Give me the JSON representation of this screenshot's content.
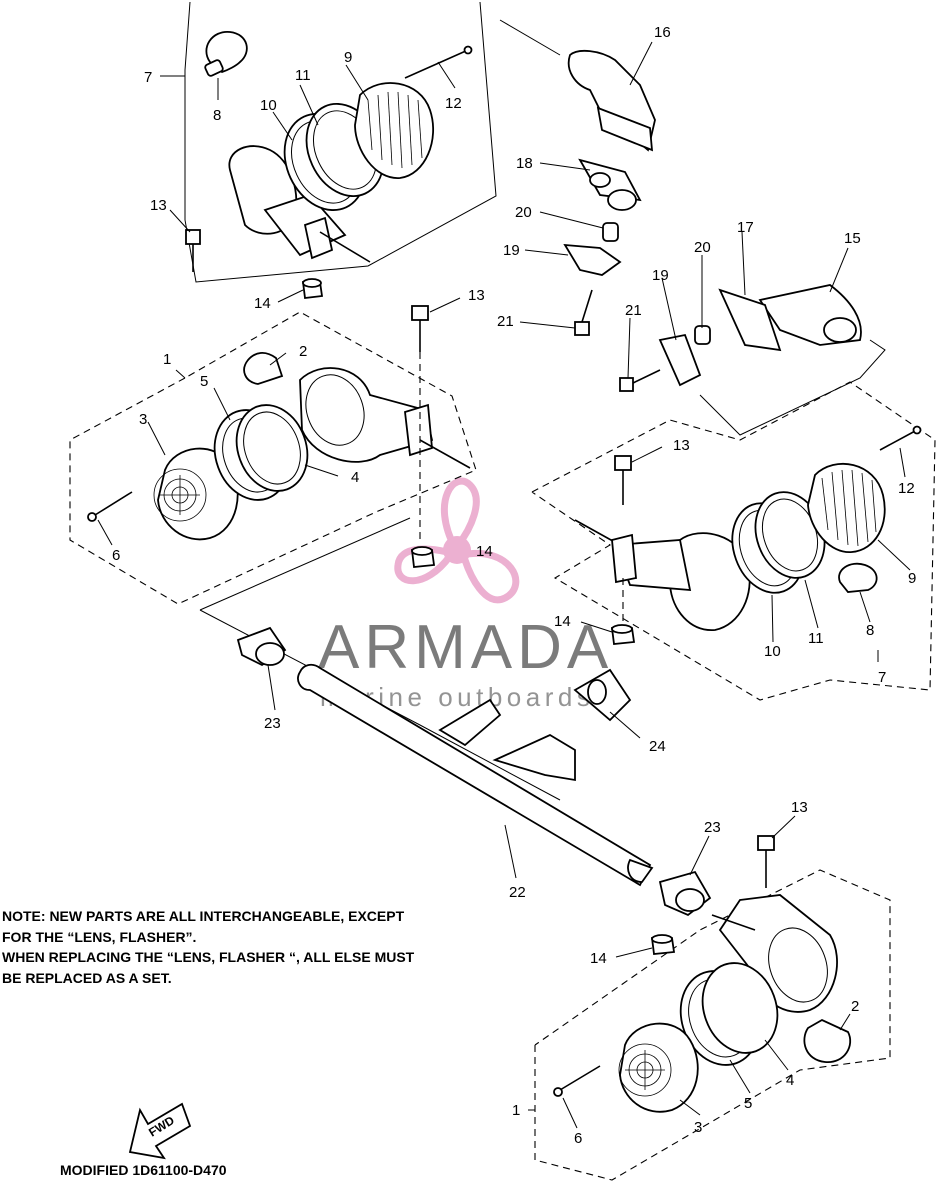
{
  "note": {
    "line1": "NOTE: NEW PARTS ARE ALL INTERCHANGEABLE, EXCEPT",
    "line2": "FOR THE “LENS, FLASHER”.",
    "line3": "WHEN REPLACING THE “LENS, FLASHER “, ALL ELSE MUST",
    "line4": "BE REPLACED AS A SET."
  },
  "modified_text": "MODIFIED 1D61100-D470",
  "fwd_label": "FWD",
  "watermark": {
    "brand": "ARMADA",
    "tagline": "marine outboards",
    "accent_color": "#e9a3c9",
    "text_color": "#646464"
  },
  "callouts": {
    "c1_top": "1",
    "c2_top": "2",
    "c3_top": "3",
    "c4_top": "4",
    "c5_top": "5",
    "c6_top": "6",
    "c7_top": "7",
    "c8_top": "8",
    "c9_top": "9",
    "c10_top": "10",
    "c11_top": "11",
    "c12_top": "12",
    "c13_top": "13",
    "c14_top": "14",
    "c13_mid": "13",
    "c14_mid": "14",
    "c16": "16",
    "c18": "18",
    "c20_left": "20",
    "c19_left": "19",
    "c21_left": "21",
    "c15": "15",
    "c17": "17",
    "c20_right": "20",
    "c19_right": "19",
    "c21_right": "21",
    "c13_right": "13",
    "c12_right": "12",
    "c9_right": "9",
    "c8_right": "8",
    "c11_right": "11",
    "c10_right": "10",
    "c7_right": "7",
    "c14_right": "14",
    "c23_left": "23",
    "c24": "24",
    "c22": "22",
    "c23_bottom": "23",
    "c13_bottom": "13",
    "c14_bottom": "14",
    "c2_bottom": "2",
    "c4_bottom": "4",
    "c5_bottom": "5",
    "c3_bottom": "3",
    "c6_bottom": "6",
    "c1_bottom": "1"
  }
}
